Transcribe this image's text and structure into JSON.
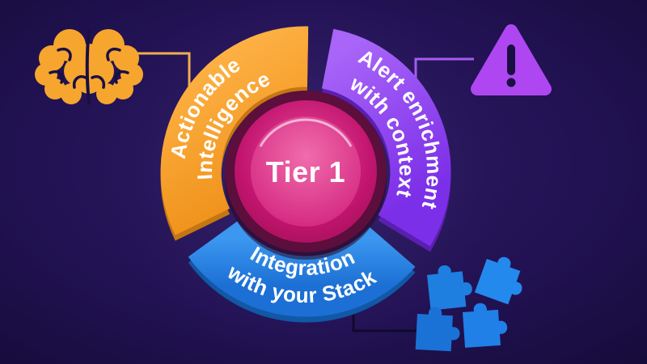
{
  "diagram": {
    "center_badge": {
      "label": "Tier 1"
    },
    "segments": [
      {
        "name": "actionable-intelligence",
        "line1": "Actionable",
        "line2": "Intelligence",
        "color": "#F6A62E"
      },
      {
        "name": "alert-enrichment-with-context",
        "line1": "Alert enrichment",
        "line2": "with context",
        "color": "#9B45F2"
      },
      {
        "name": "integration-with-your-stack",
        "line1": "Integration",
        "line2": "with your Stack",
        "color": "#2584E4"
      }
    ],
    "icons": [
      {
        "name": "brain-icon",
        "color": "#F6A62E"
      },
      {
        "name": "warning-triangle-icon",
        "color": "#AE47F2"
      },
      {
        "name": "puzzle-pieces-icon",
        "color": "#2489ED"
      }
    ],
    "colors": {
      "background": "#1C1048",
      "center_pink": "#D1197A",
      "text": "#FFFFFF"
    }
  }
}
